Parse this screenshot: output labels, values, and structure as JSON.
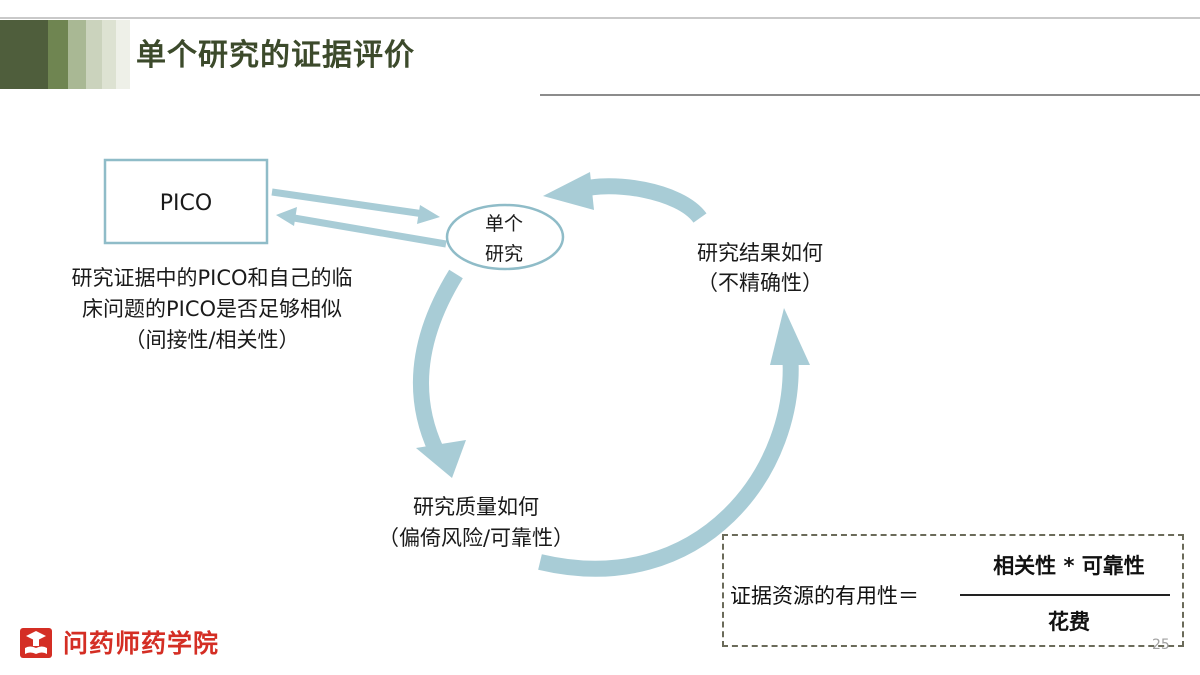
{
  "header": {
    "title": "单个研究的证据评价",
    "band_colors": [
      "#4f5e3c",
      "#6f8551",
      "#a9b894",
      "#cbd3bd",
      "#dde2d2",
      "#eef0e8"
    ]
  },
  "diagram": {
    "pico_box_label": "PICO",
    "center_node_line1": "单个",
    "center_node_line2": "研究",
    "pico_note_lines": [
      "研究证据中的PICO和自己的临",
      "床问题的PICO是否足够相似",
      "（间接性/相关性）"
    ],
    "quality_lines": [
      "研究质量如何",
      "（偏倚风险/可靠性）"
    ],
    "result_lines": [
      "研究结果如何",
      "（不精确性）"
    ],
    "arrow_color": "#a8ccd6",
    "box_color": "#8fbcc8"
  },
  "formula": {
    "left_text": "证据资源的有用性＝",
    "numerator": "相关性 * 可靠性",
    "denominator": "花费"
  },
  "logo": {
    "text": "问药师药学院",
    "color": "#d42e24"
  },
  "page_number": "25"
}
